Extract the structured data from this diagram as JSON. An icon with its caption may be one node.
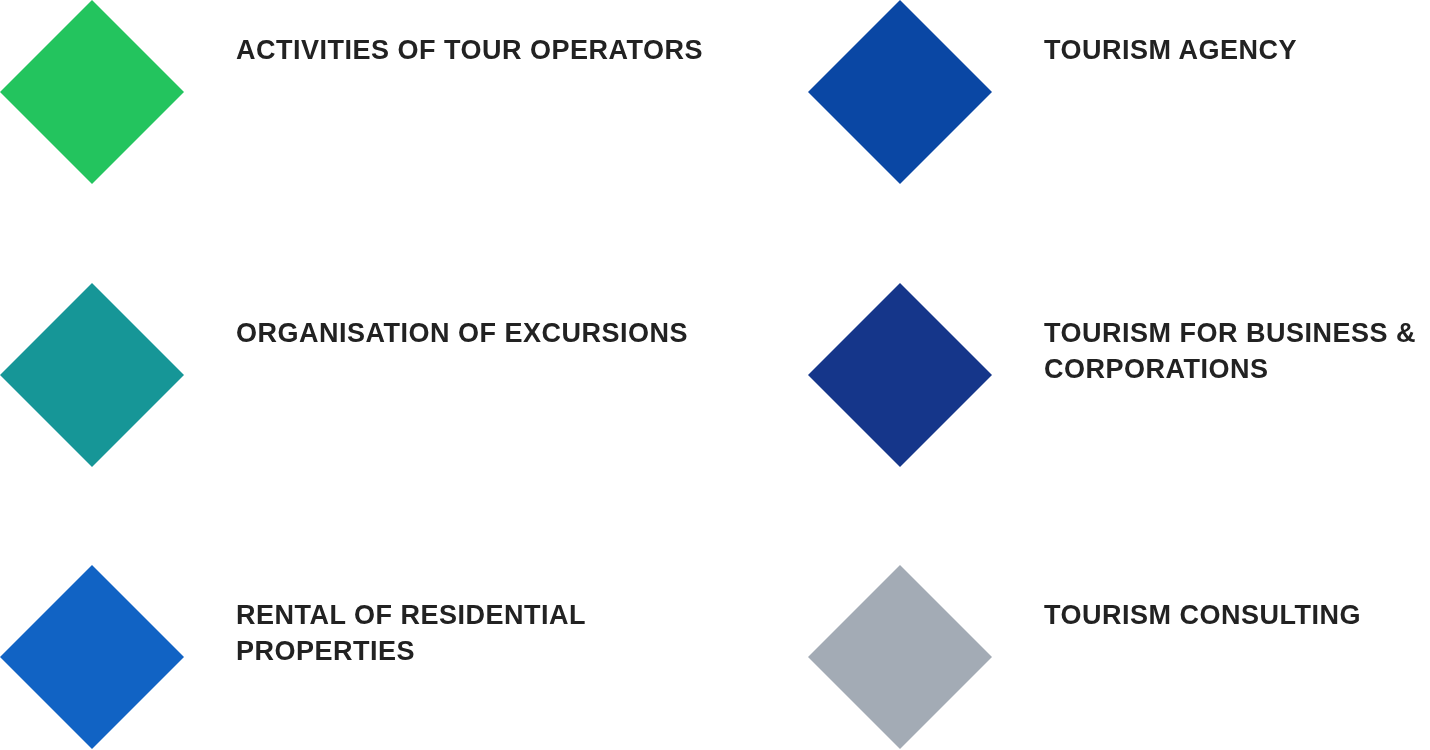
{
  "diagram": {
    "legend": [
      {
        "text": "ACTIVITIES OF TOUR OPERATORS",
        "color": "#23c45e"
      },
      {
        "text": "TOURISM AGENCY",
        "color": "#0a47a4"
      },
      {
        "text": "ORGANISATION OF EXCURSIONS",
        "color": "#169697"
      },
      {
        "text": "TOURISM FOR BUSINESS & CORPORATIONS",
        "color": "#15368a"
      },
      {
        "text": "RENTAL OF RESIDENTIAL PROPERTIES",
        "color": "#1163c4"
      },
      {
        "text": "TOURISM CONSULTING",
        "color": "#a3abb5"
      }
    ]
  }
}
